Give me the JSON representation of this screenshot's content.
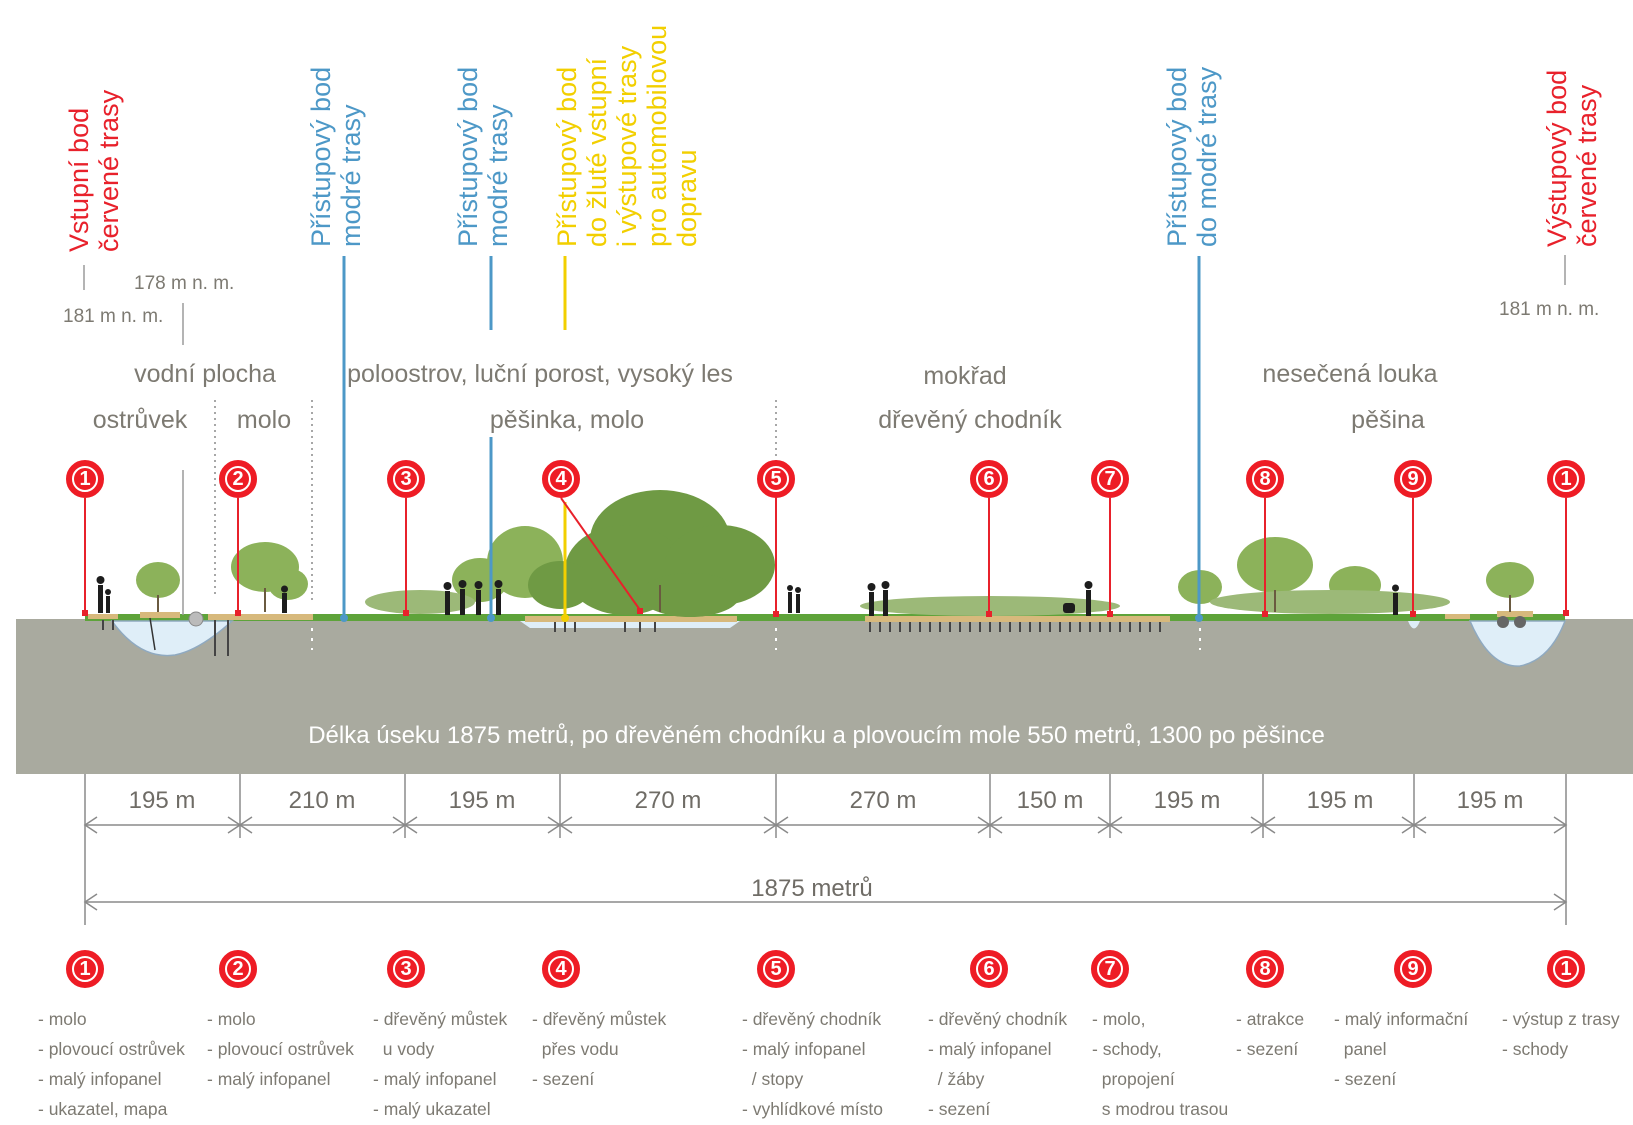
{
  "colors": {
    "red": "#e8212b",
    "blue": "#4d98c7",
    "yellow": "#f2cf00",
    "ground": "#a9aa9f",
    "grass": "#5ea33a",
    "deck": "#d7b97c",
    "water": "#dfeef8"
  },
  "vertical_labels": [
    {
      "id": "red-start",
      "text": "Vstupní bod\nčervené trasy",
      "color": "red"
    },
    {
      "id": "blue-1",
      "text": "Přístupový bod\nmodré trasy",
      "color": "blue"
    },
    {
      "id": "blue-2",
      "text": "Přístupový bod\nmodré trasy",
      "color": "blue"
    },
    {
      "id": "yellow",
      "text": "Přístupový bod\ndo žluté vstupní\ni výstupové trasy\npro automobilovou\ndopravu",
      "color": "yellow"
    },
    {
      "id": "blue-3",
      "text": "Přístupový bod\ndo modré trasy",
      "color": "blue"
    },
    {
      "id": "red-end",
      "text": "Výstupový bod\nčervené trasy",
      "color": "red"
    }
  ],
  "elevations": [
    "178 m n. m.",
    "181 m n. m.",
    "181 m n. m."
  ],
  "zones": {
    "water": "vodní plocha",
    "islet": "ostrůvek",
    "pier": "molo",
    "peninsula": "poloostrov, luční porost, vysoký les",
    "path_pier": "pěšinka, molo",
    "wetland": "mokřad",
    "boardwalk": "dřevěný chodník",
    "meadow": "nesečená louka",
    "footpath": "pěšina"
  },
  "ground_caption": "Délka úseku 1875 metrů, po dřevěném chodníku a plovoucím mole 550 metrů, 1300 po pěšince",
  "segments": [
    "195 m",
    "210 m",
    "195 m",
    "270 m",
    "270 m",
    "150 m",
    "195 m",
    "195 m",
    "195 m"
  ],
  "total_length": "1875 metrů",
  "markers": [
    "1",
    "2",
    "3",
    "4",
    "5",
    "6",
    "7",
    "8",
    "9",
    "1"
  ],
  "notes": [
    {
      "number": "1",
      "lines": [
        "- molo",
        "- plovoucí ostrůvek",
        "- malý infopanel",
        "- ukazatel, mapa"
      ]
    },
    {
      "number": "2",
      "lines": [
        "- molo",
        "- plovoucí ostrůvek",
        "- malý infopanel"
      ]
    },
    {
      "number": "3",
      "lines": [
        "- dřevěný můstek",
        "  u vody",
        "- malý infopanel",
        "- malý ukazatel"
      ]
    },
    {
      "number": "4",
      "lines": [
        "- dřevěný můstek",
        "  přes vodu",
        "- sezení"
      ]
    },
    {
      "number": "5",
      "lines": [
        "- dřevěný chodník",
        "- malý infopanel",
        "  / stopy",
        "- vyhlídkové místo"
      ]
    },
    {
      "number": "6",
      "lines": [
        "- dřevěný chodník",
        "- malý infopanel",
        "  / žáby",
        "- sezení"
      ]
    },
    {
      "number": "7",
      "lines": [
        "- molo,",
        "- schody,",
        "  propojení",
        "  s modrou trasou"
      ]
    },
    {
      "number": "8",
      "lines": [
        "- atrakce",
        "- sezení"
      ]
    },
    {
      "number": "9",
      "lines": [
        "- malý informační",
        "  panel",
        "- sezení"
      ]
    },
    {
      "number": "1",
      "lines": [
        "- výstup z trasy",
        "- schody"
      ]
    }
  ]
}
